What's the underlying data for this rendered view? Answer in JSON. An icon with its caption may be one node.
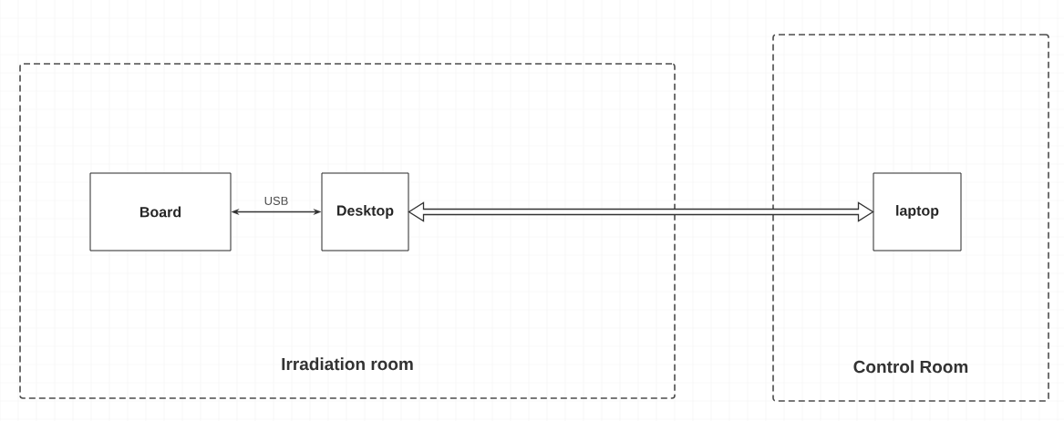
{
  "diagram": {
    "nodes": [
      {
        "text": [
          "Irradiation room"
        ]
      },
      {
        "text": [
          "Board"
        ],
        "in": 0
      },
      {
        "text": [
          "Desktop"
        ],
        "in": 0
      },
      {
        "text": [
          "Control Room"
        ]
      },
      {
        "text": [
          "laptop"
        ],
        "in": 3
      }
    ],
    "edges": [
      {
        "from": 1,
        "to": 2,
        "arrow": "both",
        "label": "USB"
      },
      {
        "from": 2,
        "to": 4,
        "arrow": "both",
        "style": "thick"
      }
    ]
  }
}
